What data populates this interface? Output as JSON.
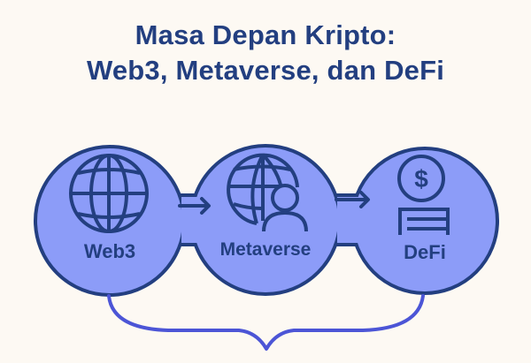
{
  "title": {
    "line1": "Masa Depan Kripto:",
    "line2": "Web3, Metaverse, dan DeFi"
  },
  "nodes": [
    {
      "label": "Web3",
      "icon": "globe-icon"
    },
    {
      "label": "Metaverse",
      "icon": "globe-user-icon"
    },
    {
      "label": "DeFi",
      "icon": "dollar-bank-icon"
    }
  ],
  "connectors": [
    "arrow-right-icon",
    "arrow-right-icon"
  ],
  "bottom": {
    "icon": "curly-brace-icon"
  },
  "colors": {
    "background": "#fdf9f3",
    "node_fill": "#8c9cf8",
    "stroke": "#233f80",
    "brace": "#4c55d6",
    "text": "#233f80"
  }
}
